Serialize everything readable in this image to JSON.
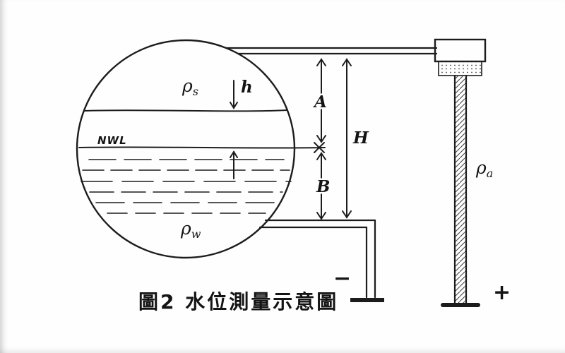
{
  "figure": {
    "caption": "圖2  水位測量示意圖",
    "water_level_label": "NWL",
    "dimension_labels": {
      "upper": "A",
      "lower": "B",
      "total": "H",
      "steam_space": "h"
    },
    "pressure_labels": {
      "steam": {
        "symbol": "ρ",
        "subscript": "s"
      },
      "water": {
        "symbol": "ρ",
        "subscript": "w"
      },
      "reference": {
        "symbol": "ρ",
        "subscript": "a"
      }
    },
    "polarity_labels": {
      "negative": "−",
      "positive": "+"
    },
    "ink_color": "#1c1c1c",
    "background_color": "#fefefe"
  }
}
